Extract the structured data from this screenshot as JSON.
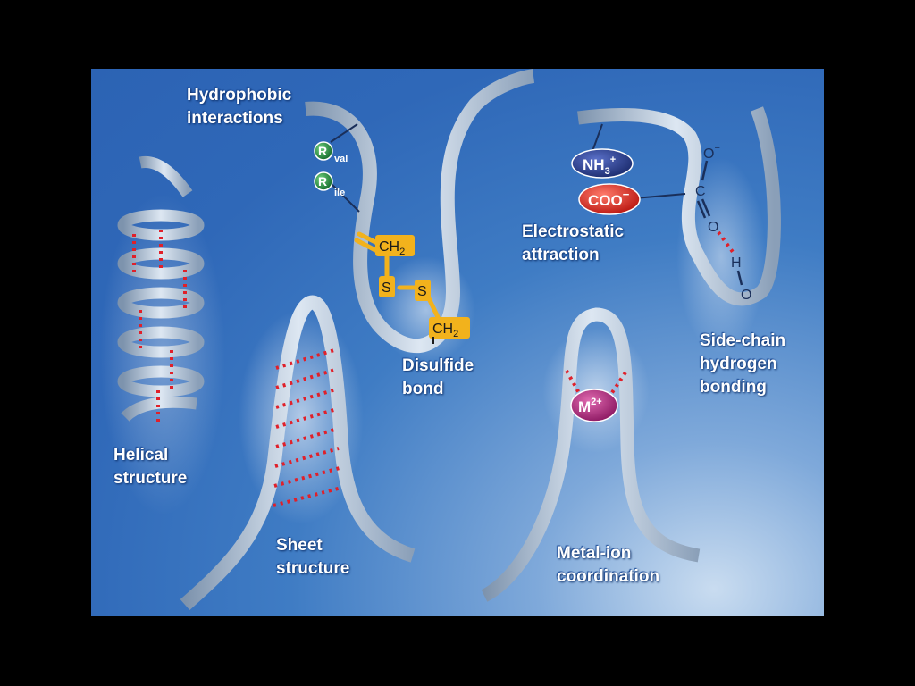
{
  "labels": {
    "hydrophobic": [
      "Hydrophobic",
      "interactions"
    ],
    "electrostatic": [
      "Electrostatic",
      "attraction"
    ],
    "helical": [
      "Helical",
      "structure"
    ],
    "disulfide": [
      "Disulfide",
      "bond"
    ],
    "sidechain": [
      "Side-chain",
      "hydrogen",
      "bonding"
    ],
    "sheet": [
      "Sheet",
      "structure"
    ],
    "metal": [
      "Metal-ion",
      "coordination"
    ]
  },
  "chemistry": {
    "r1": "R",
    "r1_sub": "val",
    "r2": "R",
    "r2_sub": "ile",
    "ch2_top": "CH",
    "ch2_top_sub": "2",
    "s1": "S",
    "s2": "S",
    "ch2_bottom": "CH",
    "ch2_bottom_sub": "2",
    "nh3": "NH",
    "nh3_sub": "3",
    "nh3_sup": "+",
    "coo": "COO",
    "coo_sup": "−",
    "o_minus": "O",
    "o_minus_sup": "−",
    "c": "C",
    "o_double": "O",
    "h": "H",
    "o_bottom": "O",
    "metal": "M",
    "metal_sup": "2+"
  },
  "colors": {
    "background": "#2c63b4",
    "ribbon": "#b9c9dc",
    "hbond": "#e0202a",
    "disulfide": "#f2b21c",
    "hydrophobic_ball": "#1e8a3a",
    "ammonium": "#2a3e8c",
    "carboxylate": "#e02520",
    "metal_ion": "#b0287a"
  }
}
